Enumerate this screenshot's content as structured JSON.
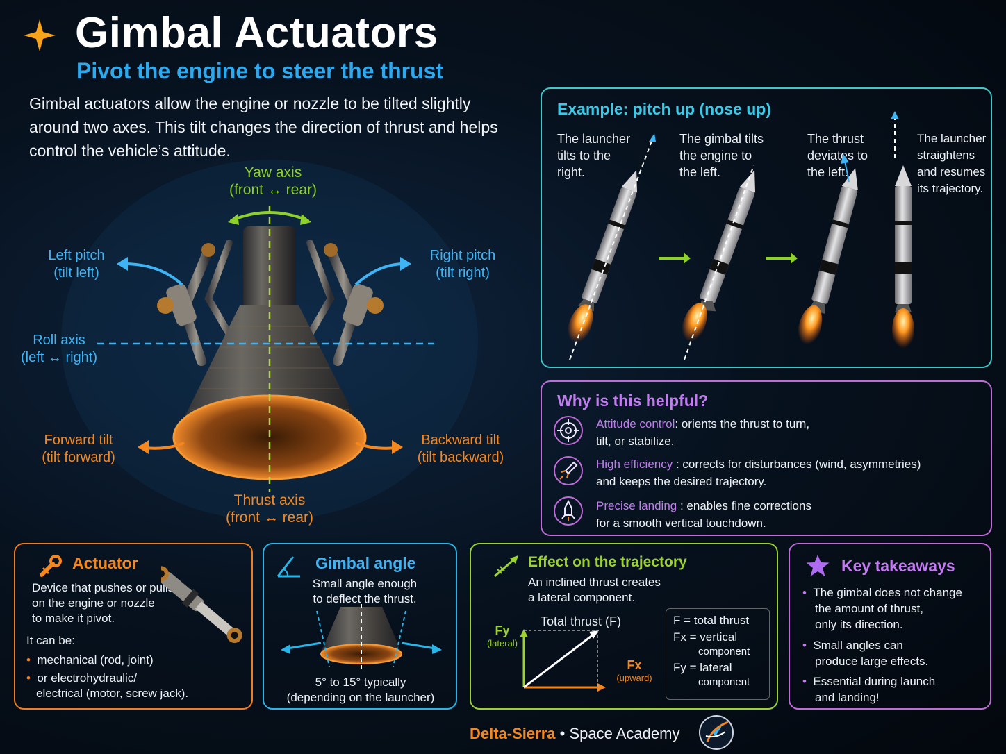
{
  "header": {
    "title": "Gimbal Actuators",
    "subtitle": "Pivot the engine to steer the thrust",
    "intro": "Gimbal actuators allow the engine or nozzle to be tilted slightly around two axes. This tilt changes the direction of thrust and helps control the vehicle’s attitude."
  },
  "diagram": {
    "yaw_axis": {
      "title": "Yaw axis",
      "detail": "(front ↔ rear)"
    },
    "left_pitch": {
      "title": "Left pitch",
      "detail": "(tilt left)"
    },
    "right_pitch": {
      "title": "Right pitch",
      "detail": "(tilt right)"
    },
    "roll_axis": {
      "title": "Roll axis",
      "detail": "(left ↔ right)"
    },
    "forward_tilt": {
      "title": "Forward tilt",
      "detail": "(tilt forward)"
    },
    "backward_tilt": {
      "title": "Backward tilt",
      "detail": "(tilt backward)"
    },
    "thrust_axis": {
      "title": "Thrust axis",
      "detail": "(front ↔ rear)"
    }
  },
  "example": {
    "title": "Example: pitch up (nose up)",
    "steps": [
      "The launcher tilts to the right.",
      "The gimbal tilts the engine to the left.",
      "The thrust deviates to the left.",
      "The launcher straightens and resumes its trajectory."
    ]
  },
  "why": {
    "title": "Why is this helpful?",
    "items": [
      {
        "label": "Attitude control",
        "text": ": orients the thrust to turn,",
        "text2": "tilt, or stabilize.",
        "icon": "target-icon"
      },
      {
        "label": "High efficiency",
        "text": " :  corrects for disturbances (wind, asymmetries)",
        "text2": "and keeps the desired trajectory.",
        "icon": "rocket-icon"
      },
      {
        "label": "Precise landing",
        "text": " : enables fine corrections",
        "text2": "for a smooth vertical touchdown.",
        "icon": "landing-rocket-icon"
      }
    ]
  },
  "actuator": {
    "title": "Actuator",
    "desc": [
      "Device that pushes or pulls",
      "on the engine or nozzle",
      "to make it pivot."
    ],
    "can_be": "It can be:",
    "bullets": [
      "mechanical (rod, joint)",
      "or electrohydraulic/",
      "electrical (motor, screw jack)."
    ]
  },
  "gimbal_angle": {
    "title": "Gimbal angle",
    "desc": [
      "Small angle enough",
      "to deflect the thrust."
    ],
    "range": [
      "5° to 15° typically",
      "(depending on the launcher)"
    ]
  },
  "effect": {
    "title": "Effect on the trajectory",
    "desc": [
      "An inclined thrust creates",
      "a lateral component."
    ],
    "total_label": "Total thrust (F)",
    "fy_label": "Fy",
    "fy_sub": "(lateral)",
    "fx_label": "Fx",
    "fx_sub": "(upward)",
    "legend": [
      "F = total thrust",
      "Fx = vertical",
      "component",
      "Fy = lateral",
      "component"
    ]
  },
  "key": {
    "title": "Key takeaways",
    "bullets": [
      [
        "The gimbal does not change",
        "the amount of thrust,",
        "only its direction."
      ],
      [
        "Small angles can",
        "produce large effects."
      ],
      [
        "Essential during launch",
        "and landing!"
      ]
    ]
  },
  "footer": {
    "brand": "Delta-Sierra",
    "sep": " • ",
    "name": "Space Academy"
  },
  "colors": {
    "blue": "#3fb4f5",
    "green": "#8fd12c",
    "orange": "#f5871f",
    "purple": "#c27cf0",
    "teal": "#3cc9c9"
  }
}
